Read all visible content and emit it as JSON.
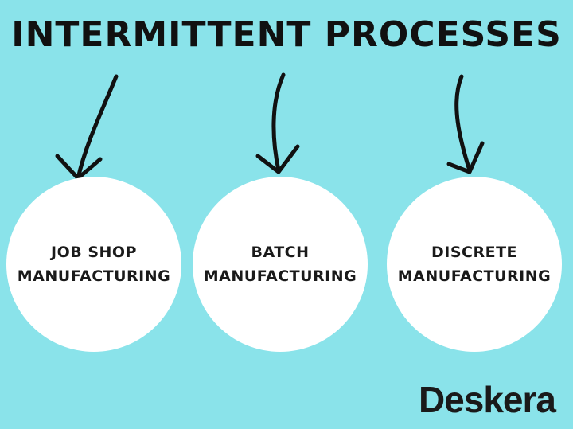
{
  "title": "INTERMITTENT PROCESSES",
  "nodes": [
    {
      "line1": "JOB SHOP",
      "line2": "MANUFACTURING"
    },
    {
      "line1": "BATCH",
      "line2": "MANUFACTURING"
    },
    {
      "line1": "DISCRETE",
      "line2": "MANUFACTURING"
    }
  ],
  "logo": "Deskera",
  "colors": {
    "background": "#8ae3ea",
    "circle": "#ffffff",
    "ink": "#111111"
  }
}
